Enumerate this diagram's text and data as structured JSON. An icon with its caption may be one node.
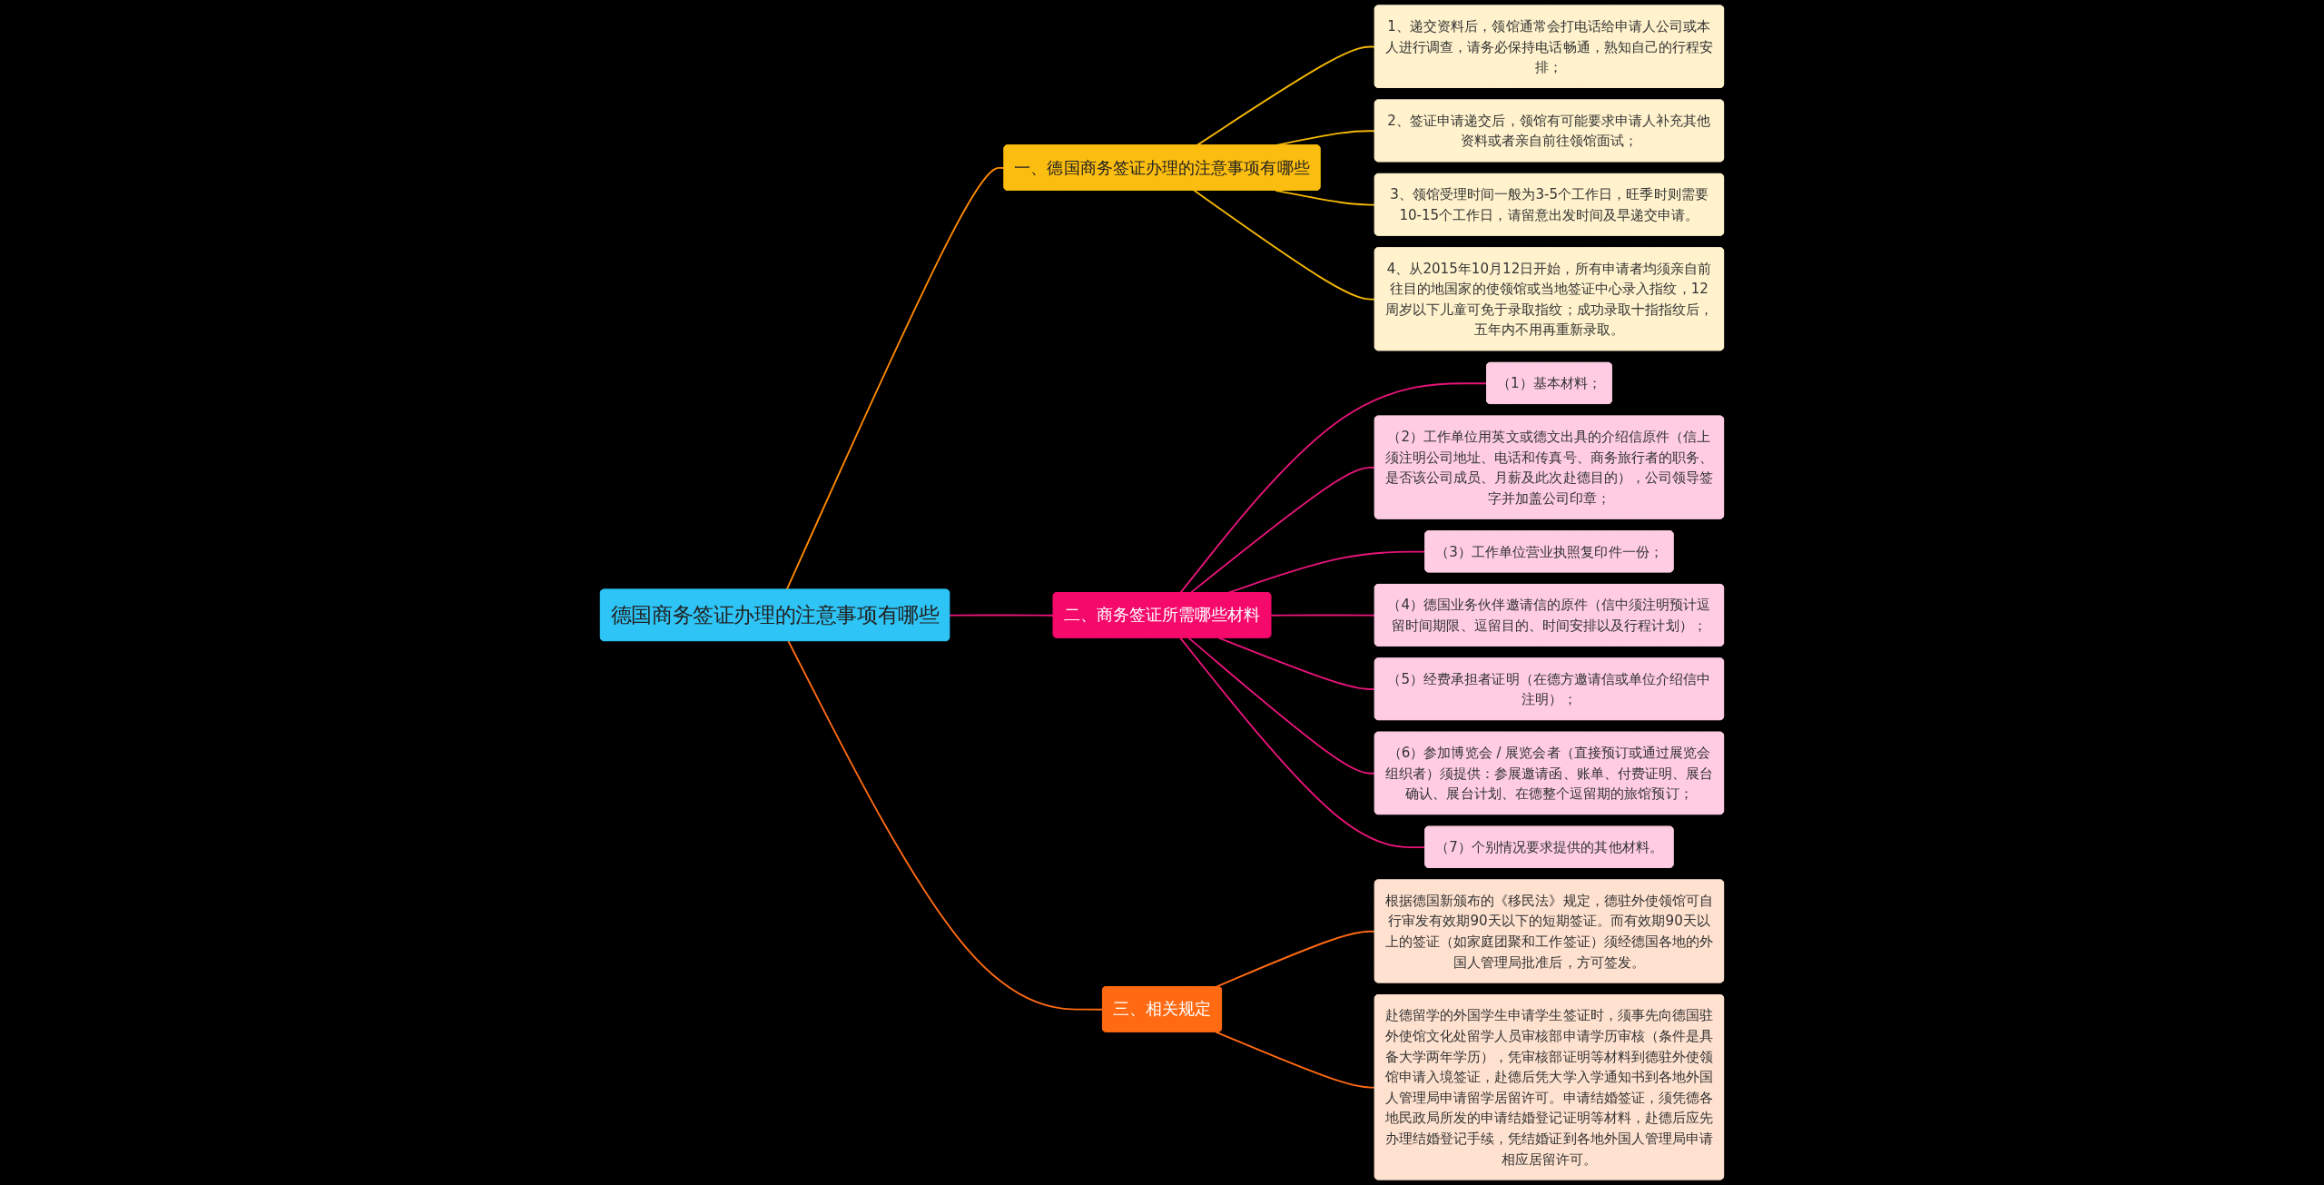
{
  "diagram": {
    "nodes": [
      {
        "text": [
          "德国商务签证办理的注意事项有哪些"
        ]
      },
      {
        "text": [
          "一、德国商务签证办理的注意事项有哪些"
        ]
      },
      {
        "text": [
          "1、递交资料后，领馆通常会打电话给申请人公司或本人进行调查，请务必保持电话畅通，熟知自己的行程安排；"
        ]
      },
      {
        "text": [
          "2、签证申请递交后，领馆有可能要求申请人补充其他资料或者亲自前往领馆面试；"
        ]
      },
      {
        "text": [
          "3、领馆受理时间一般为3-5个工作日，旺季时则需要10-15个工作日，请留意出发时间及早递交申请。"
        ]
      },
      {
        "text": [
          "4、从2015年10月12日开始，所有申请者均须亲自前往目的地国家的使领馆或当地签证中心录入指纹，12周岁以下儿童可免于录取指纹；成功录取十指指纹后，五年内不用再重新录取。"
        ]
      },
      {
        "text": [
          "二、商务签证所需哪些材料"
        ]
      },
      {
        "text": [
          "（1）基本材料；"
        ]
      },
      {
        "text": [
          "（2）工作单位用英文或德文出具的介绍信原件（信上须注明公司地址、电话和传真号、商务旅行者的职务、是否该公司成员、月薪及此次赴德目的），公司领导签字并加盖公司印章；"
        ]
      },
      {
        "text": [
          "（3）工作单位营业执照复印件一份；"
        ]
      },
      {
        "text": [
          "（4）德国业务伙伴邀请信的原件（信中须注明预计逗留时间期限、逗留目的、时间安排以及行程计划）；"
        ]
      },
      {
        "text": [
          "（5）经费承担者证明（在德方邀请信或单位介绍信中注明）；"
        ]
      },
      {
        "text": [
          "（6）参加博览会 / 展览会者（直接预订或通过展览会组织者）须提供：参展邀请函、账单、付费证明、展台确认、展台计划、在德整个逗留期的旅馆预订；"
        ]
      },
      {
        "text": [
          "（7）个别情况要求提供的其他材料。"
        ]
      },
      {
        "text": [
          "三、相关规定"
        ]
      },
      {
        "text": [
          "根据德国新颁布的《移民法》规定，德驻外使领馆可自行审发有效期90天以下的短期签证。而有效期90天以上的签证（如家庭团聚和工作签证）须经德国各地的外国人管理局批准后，方可签发。"
        ]
      },
      {
        "text": [
          "赴德留学的外国学生申请学生签证时，须事先向德国驻外使馆文化处留学人员审核部申请学历审核（条件是具备大学两年学历），凭审核部证明等材料到德驻外使领馆申请入境签证，赴德后凭大学入学通知书到各地外国人管理局申请留学居留许可。申请结婚签证，须凭德各地民政局所发的申请结婚登记证明等材料，赴德后应先办理结婚登记手续，凭结婚证到各地外国人管理局申请相应居留许可。"
        ]
      }
    ],
    "edges": [
      {
        "from": 0,
        "to": 1,
        "arrow": "none",
        "color": "#ff8a00"
      },
      {
        "from": 1,
        "to": 2,
        "arrow": "none",
        "color": "#f5b800"
      },
      {
        "from": 1,
        "to": 3,
        "arrow": "none",
        "color": "#f5b800"
      },
      {
        "from": 1,
        "to": 4,
        "arrow": "none",
        "color": "#f5b800"
      },
      {
        "from": 1,
        "to": 5,
        "arrow": "none",
        "color": "#f5b800"
      },
      {
        "from": 0,
        "to": 6,
        "arrow": "none"
      },
      {
        "from": 6,
        "to": 7,
        "arrow": "none"
      },
      {
        "from": 6,
        "to": 8,
        "arrow": "none"
      },
      {
        "from": 6,
        "to": 9,
        "arrow": "none"
      },
      {
        "from": 6,
        "to": 10,
        "arrow": "none"
      },
      {
        "from": 6,
        "to": 11,
        "arrow": "none"
      },
      {
        "from": 6,
        "to": 12,
        "arrow": "none"
      },
      {
        "from": 6,
        "to": 13,
        "arrow": "none"
      },
      {
        "from": 0,
        "to": 14,
        "arrow": "none",
        "color": "#ff6a13"
      },
      {
        "from": 14,
        "to": 15,
        "arrow": "none",
        "color": "#ff6a13"
      },
      {
        "from": 14,
        "to": 16,
        "arrow": "none",
        "color": "#ff6a13"
      }
    ]
  }
}
